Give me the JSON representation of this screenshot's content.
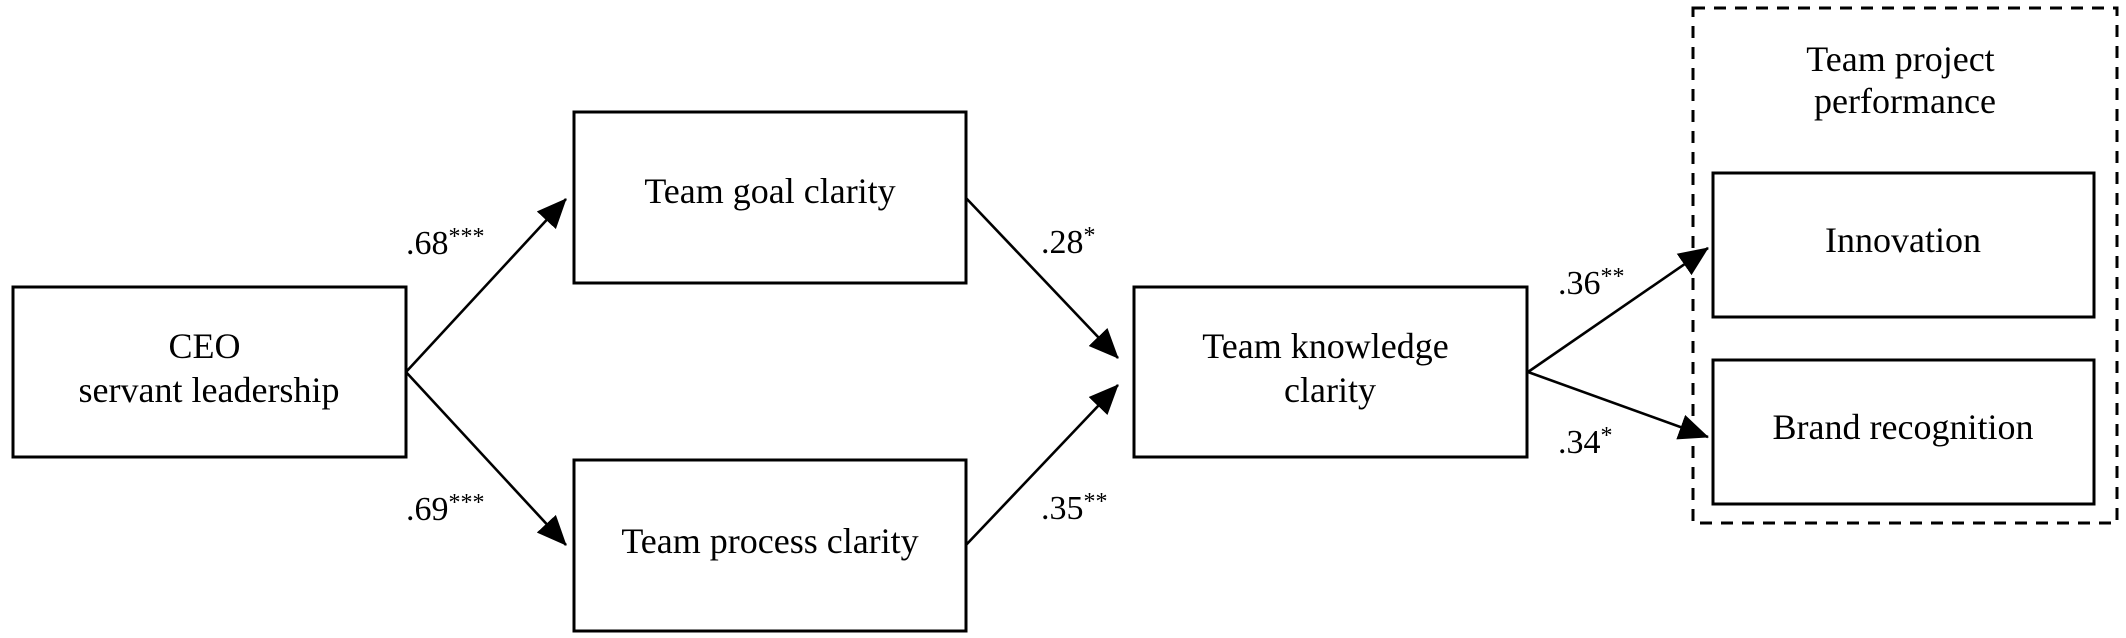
{
  "nodes": {
    "ceo_servant_leadership": {
      "lines": [
        "CEO",
        "servant leadership"
      ]
    },
    "team_goal_clarity": {
      "lines": [
        "Team goal clarity"
      ]
    },
    "team_process_clarity": {
      "lines": [
        "Team process clarity"
      ]
    },
    "team_knowledge_clarity": {
      "lines": [
        "Team knowledge",
        "clarity"
      ]
    },
    "innovation": {
      "lines": [
        "Innovation"
      ]
    },
    "brand_recognition": {
      "lines": [
        "Brand recognition"
      ]
    }
  },
  "group": {
    "title_lines": [
      "Team project",
      "performance"
    ]
  },
  "paths": {
    "ceo_to_goal": {
      "coef": ".68",
      "sig": "***"
    },
    "ceo_to_process": {
      "coef": ".69",
      "sig": "***"
    },
    "goal_to_knowledge": {
      "coef": ".28",
      "sig": "*"
    },
    "process_to_knowledge": {
      "coef": ".35",
      "sig": "**"
    },
    "knowledge_to_innovation": {
      "coef": ".36",
      "sig": "**"
    },
    "knowledge_to_brand": {
      "coef": ".34",
      "sig": "*"
    }
  }
}
